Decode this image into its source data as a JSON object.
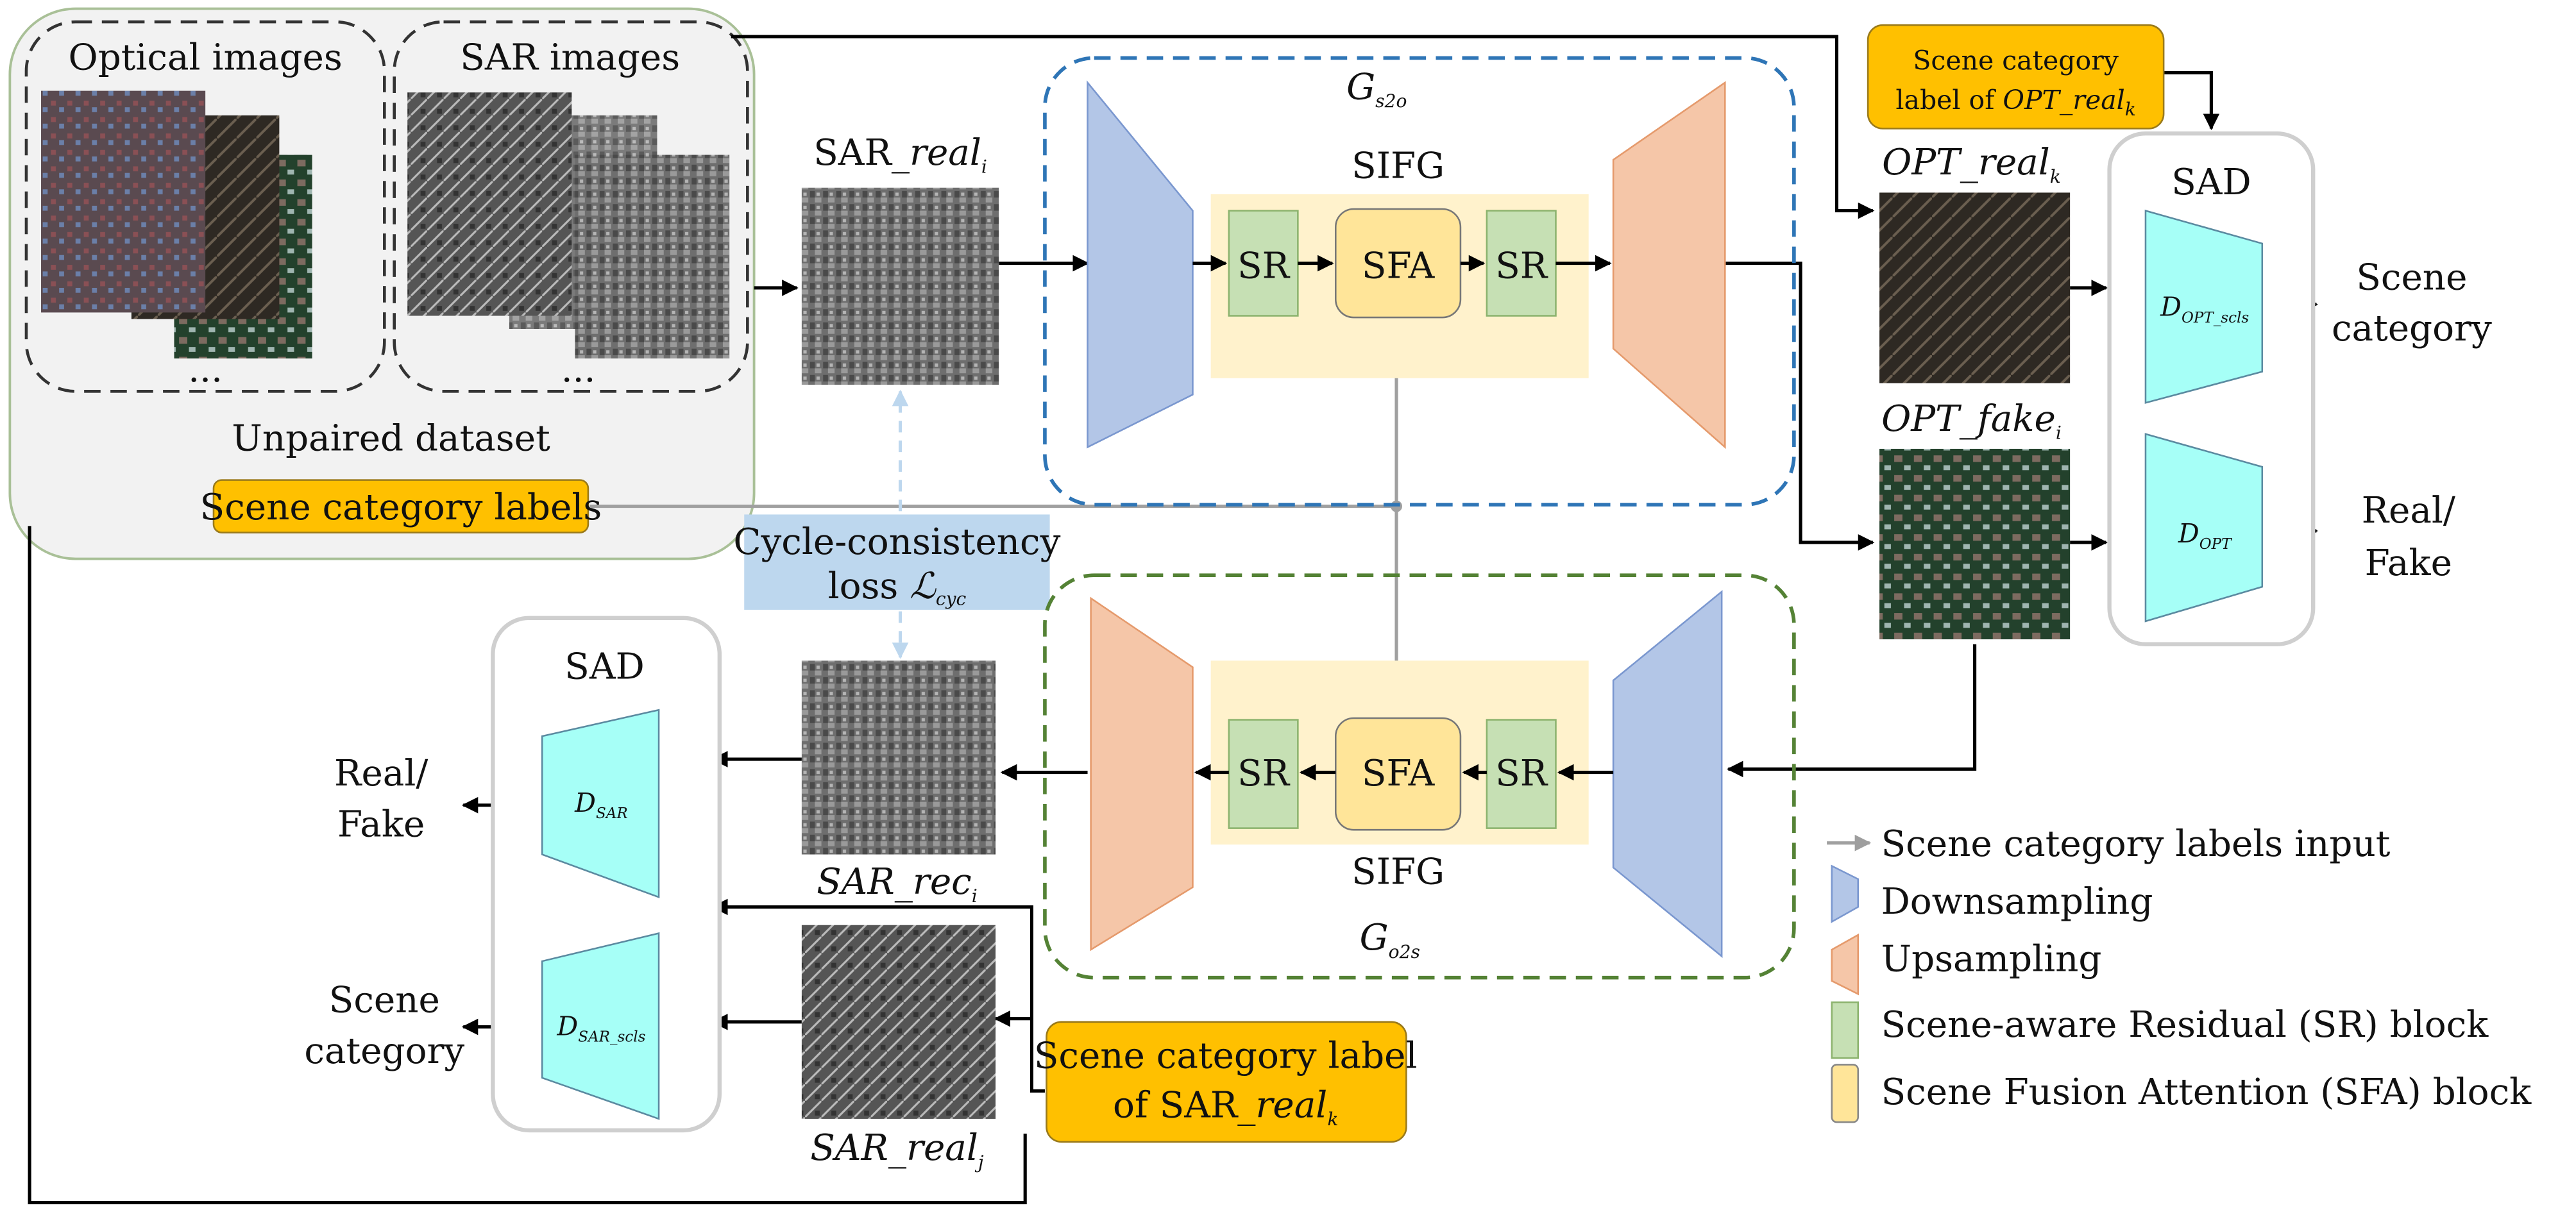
{
  "figure": {
    "dataset_panel": {
      "optical_title": "Optical images",
      "sar_title": "SAR images",
      "ellipsis": "...",
      "caption": "Unpaired dataset",
      "labels_badge": "Scene category labels"
    },
    "sar_real_i": {
      "base": "SAR_",
      "italic": "real",
      "sub": "i"
    },
    "generator_s2o": {
      "name_base": "G",
      "name_sub": "s2o",
      "sifg_label": "SIFG",
      "blocks": [
        "SR",
        "SFA",
        "SR"
      ]
    },
    "generator_o2s": {
      "name_base": "G",
      "name_sub": "o2s",
      "sifg_label": "SIFG",
      "blocks": [
        "SR",
        "SFA",
        "SR"
      ]
    },
    "cycle_loss": {
      "line1": "Cycle-consistency",
      "line2_text": "loss ",
      "symbol": "ℒ",
      "sub": "cyc"
    },
    "opt_label_badge": {
      "line1": "Scene category",
      "line2_text": "label of ",
      "italic": "OPT_real",
      "sub": "k"
    },
    "opt_real_k": {
      "italic": "OPT_real",
      "sub": "k"
    },
    "opt_fake_i": {
      "italic": "OPT_fake",
      "sub": "i"
    },
    "sad_right": {
      "title": "SAD",
      "d_top": {
        "base": "D",
        "sub": "OPT_scls"
      },
      "d_bottom": {
        "base": "D",
        "sub": "OPT"
      },
      "out_top": [
        "Scene",
        "category"
      ],
      "out_bottom": [
        "Real/",
        "Fake"
      ]
    },
    "sad_left": {
      "title": "SAD",
      "d_top": {
        "base": "D",
        "sub": "SAR"
      },
      "d_bottom": {
        "base": "D",
        "sub": "SAR_scls"
      },
      "out_top": [
        "Real/",
        "Fake"
      ],
      "out_bottom": [
        "Scene",
        "category"
      ]
    },
    "sar_rec_i": {
      "italic": "SAR_rec",
      "sub": "i"
    },
    "sar_real_j": {
      "italic": "SAR_real",
      "sub": "j"
    },
    "sar_label_badge": {
      "line1": "Scene category label",
      "line2_text": "of SAR_",
      "italic": "real",
      "sub": "k"
    },
    "legend": [
      {
        "icon": "gray-arrow-icon",
        "label": "Scene category labels input"
      },
      {
        "icon": "downsampling-trapezoid-icon",
        "label": "Downsampling"
      },
      {
        "icon": "upsampling-trapezoid-icon",
        "label": "Upsampling"
      },
      {
        "icon": "sr-block-swatch-icon",
        "label": "Scene-aware Residual (SR) block"
      },
      {
        "icon": "sfa-block-swatch-icon",
        "label": "Scene Fusion Attention (SFA) block"
      }
    ],
    "colors": {
      "downsampling": "#b3c6e7",
      "upsampling": "#f5c6a8",
      "sr_block": "#c6e0b4",
      "sfa_block": "#ffe599",
      "sifg_bg": "#fff2cc",
      "discriminator": "#a6fff7",
      "label_badge": "#ffc000",
      "cycle_box": "#bdd7ee",
      "g_s2o_border": "#2e75b6",
      "g_o2s_border": "#548235",
      "dataset_bg": "#f2f2f2"
    }
  }
}
